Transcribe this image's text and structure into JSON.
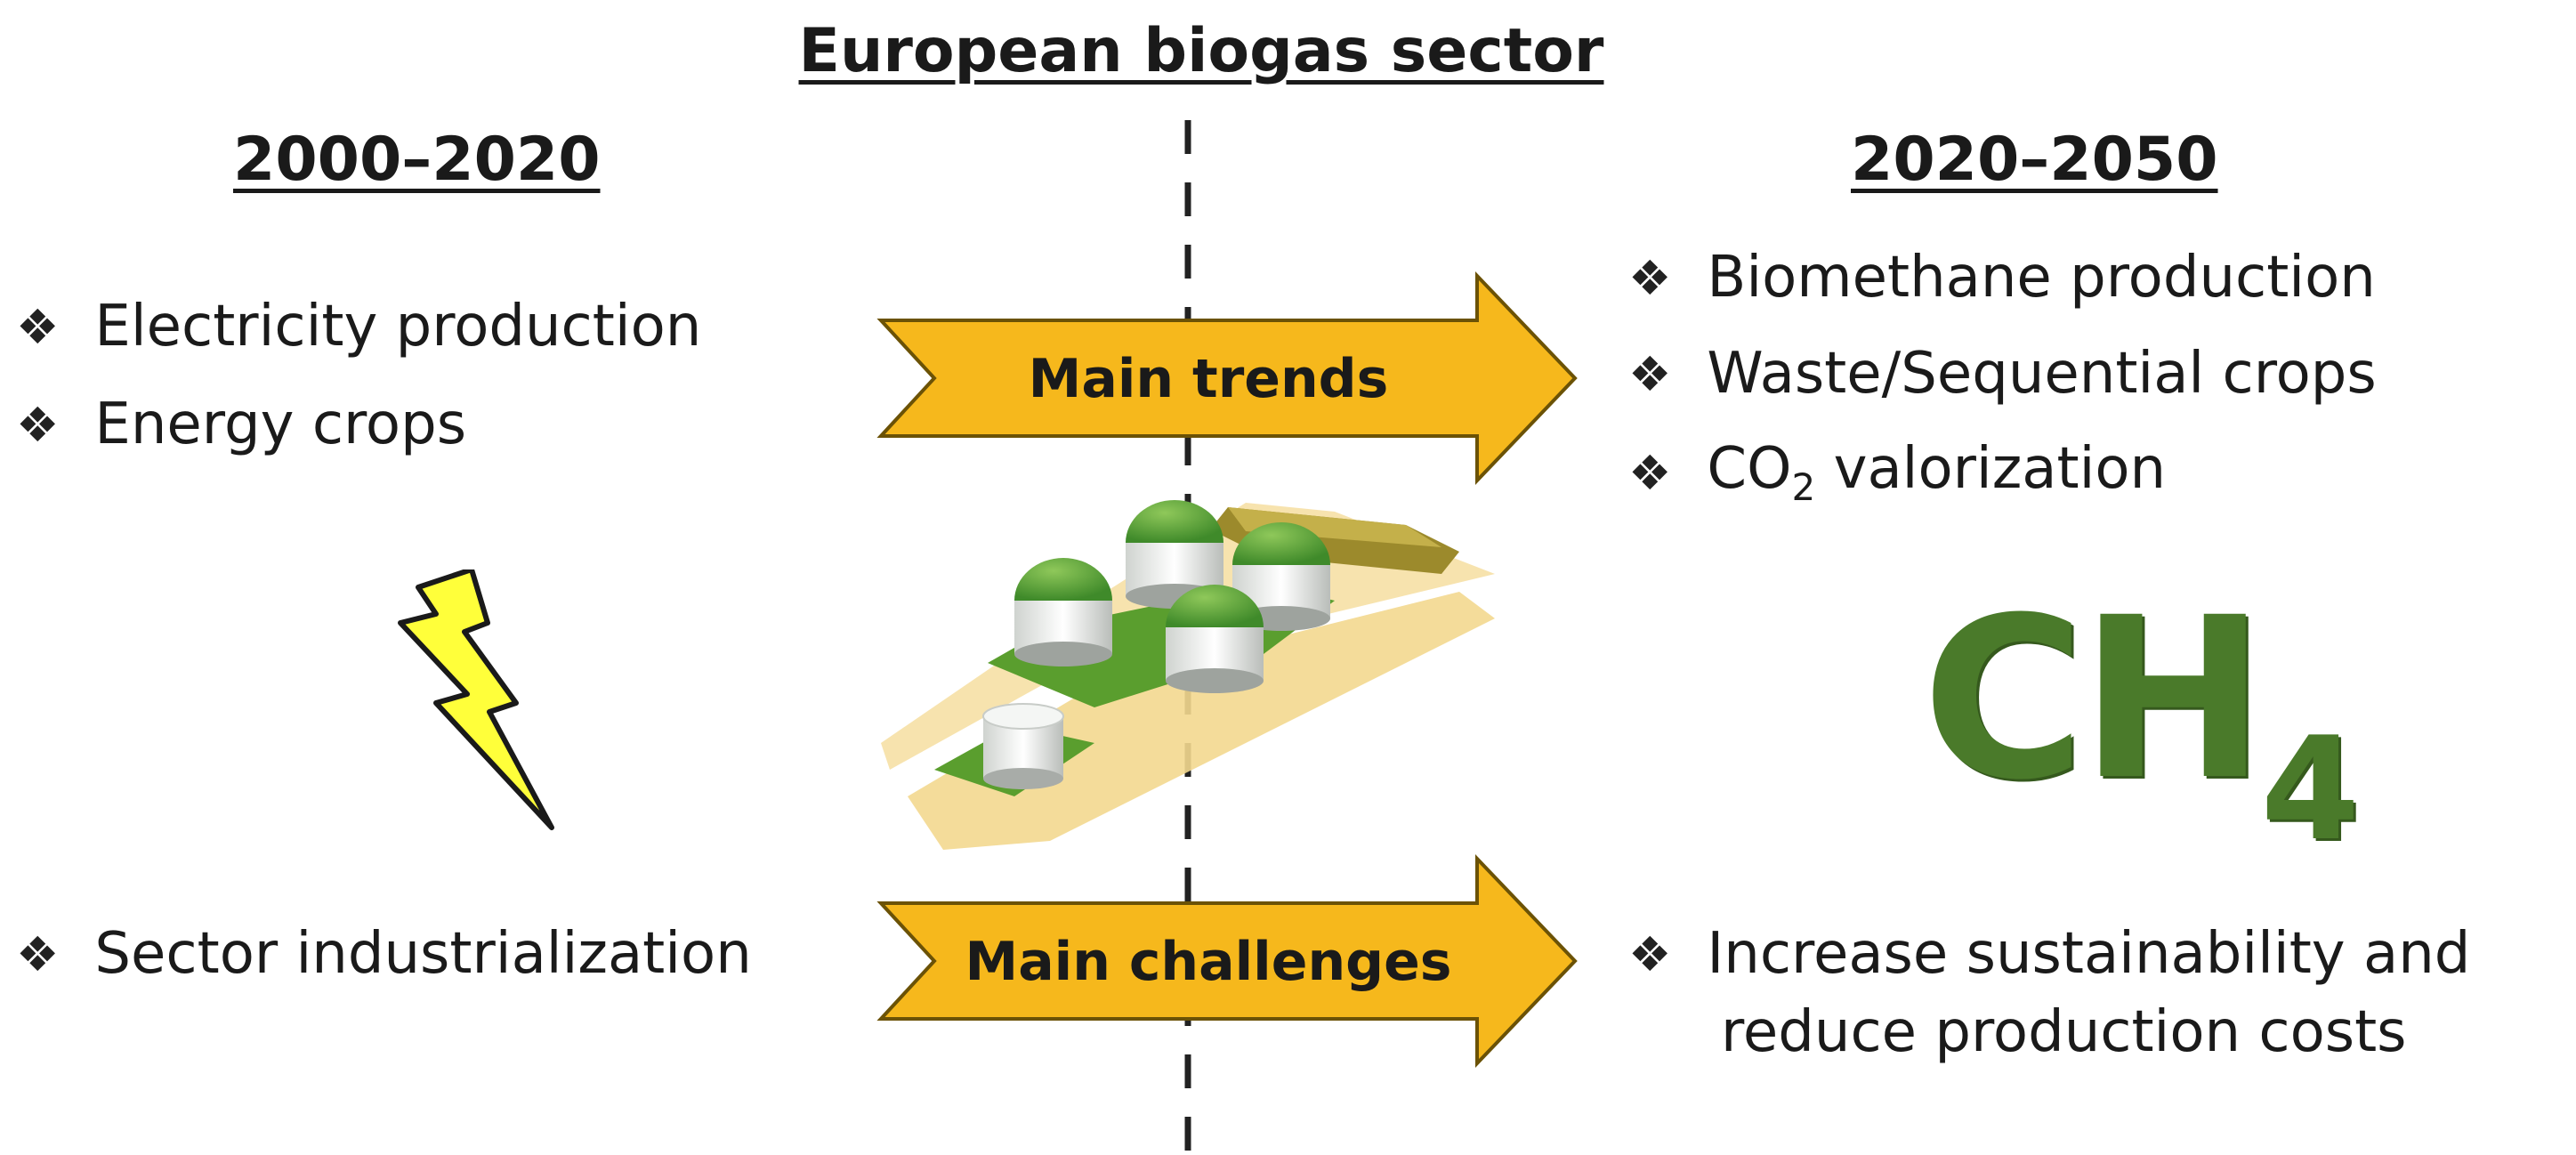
{
  "title": "European biogas sector",
  "periods": {
    "left": "2000–2020",
    "right": "2020–2050"
  },
  "left_trends": [
    "Electricity production",
    "Energy crops"
  ],
  "right_trends": [
    "Biomethane production",
    "Waste/Sequential crops",
    "CO2 valorization"
  ],
  "left_challenge": "Sector industrialization",
  "right_challenge": [
    "Increase sustainability and",
    "reduce production costs"
  ],
  "arrows": {
    "trends": "Main trends",
    "challenges": "Main challenges"
  },
  "formula": {
    "base": "CH",
    "subscript": "4"
  },
  "colors": {
    "arrow_fill": "#f6b81c",
    "arrow_stroke": "#6b5206",
    "formula": "#4a7a2a",
    "lightning": "#ffff3a"
  }
}
